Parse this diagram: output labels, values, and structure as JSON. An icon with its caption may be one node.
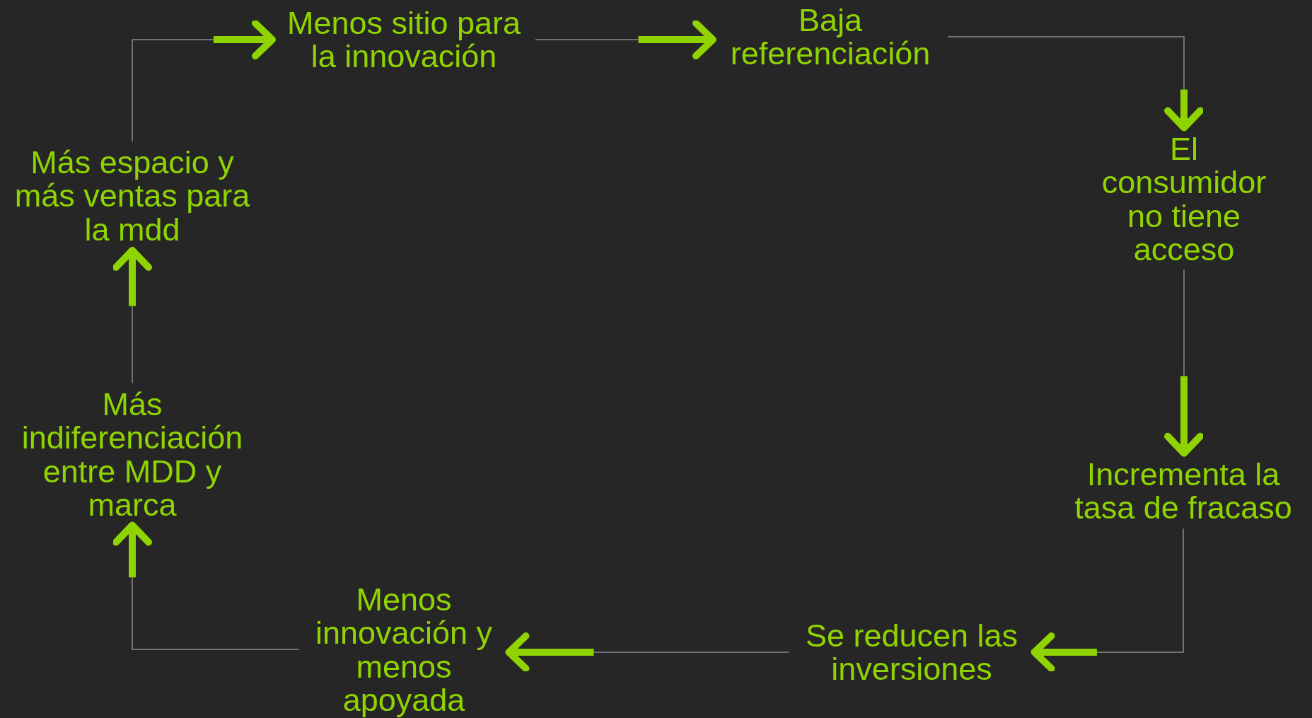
{
  "diagram": {
    "nodes": [
      {
        "text": [
          "Menos sitio para la innovación"
        ]
      },
      {
        "text": [
          "Baja referenciación"
        ]
      },
      {
        "text": [
          "El consumidor no tiene acceso"
        ]
      },
      {
        "text": [
          "Incrementa la tasa de fracaso"
        ]
      },
      {
        "text": [
          "Se reducen las inversiones"
        ]
      },
      {
        "text": [
          "Menos innovación y menos apoyada"
        ]
      },
      {
        "text": [
          "Más indiferenciación entre MDD y marca"
        ]
      },
      {
        "text": [
          "Más espacio y más ventas para la mdd"
        ]
      }
    ],
    "edges": [
      {
        "from": 0,
        "to": 1,
        "arrow": "to"
      },
      {
        "from": 1,
        "to": 2,
        "arrow": "to"
      },
      {
        "from": 2,
        "to": 3,
        "arrow": "to"
      },
      {
        "from": 3,
        "to": 4,
        "arrow": "to"
      },
      {
        "from": 4,
        "to": 5,
        "arrow": "to"
      },
      {
        "from": 5,
        "to": 6,
        "arrow": "to"
      },
      {
        "from": 6,
        "to": 7,
        "arrow": "to"
      },
      {
        "from": 7,
        "to": 0,
        "arrow": "to"
      }
    ]
  }
}
